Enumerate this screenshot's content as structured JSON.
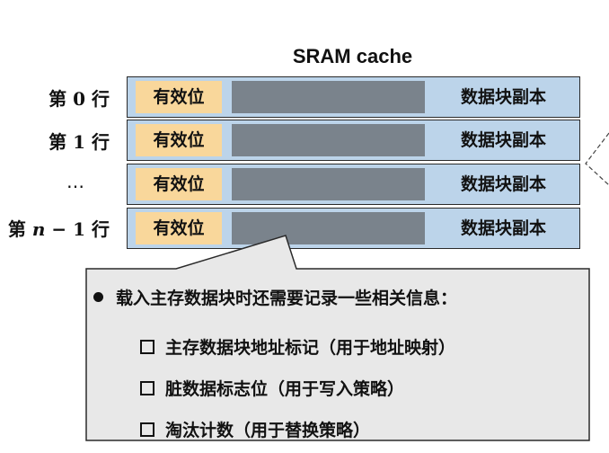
{
  "cache": {
    "title": "SRAM  cache",
    "rows": [
      {
        "label_prefix": "第",
        "label_index": "0",
        "label_suffix": "行",
        "valid": "有效位",
        "data": "数据块副本"
      },
      {
        "label_prefix": "第",
        "label_index": "1",
        "label_suffix": "行",
        "valid": "有效位",
        "data": "数据块副本"
      },
      {
        "label_ellipsis": "…",
        "valid": "有效位",
        "data": "数据块副本"
      },
      {
        "label_prefix": "第",
        "label_n": "n",
        "label_minus": " − ",
        "label_index": "1",
        "label_suffix": "行",
        "valid": "有效位",
        "data": "数据块副本"
      }
    ]
  },
  "callout": {
    "main": "载入主存数据块时还需要记录一些相关信息：",
    "items": [
      "主存数据块地址标记（用于地址映射）",
      "脏数据标志位（用于写入策略）",
      "淘汰计数（用于替换策略）"
    ]
  },
  "colors": {
    "row_bg": "#bcd4ea",
    "valid_bg": "#f9d79b",
    "gap_bg": "#7a838c",
    "callout_bg": "#e8e8e8"
  }
}
